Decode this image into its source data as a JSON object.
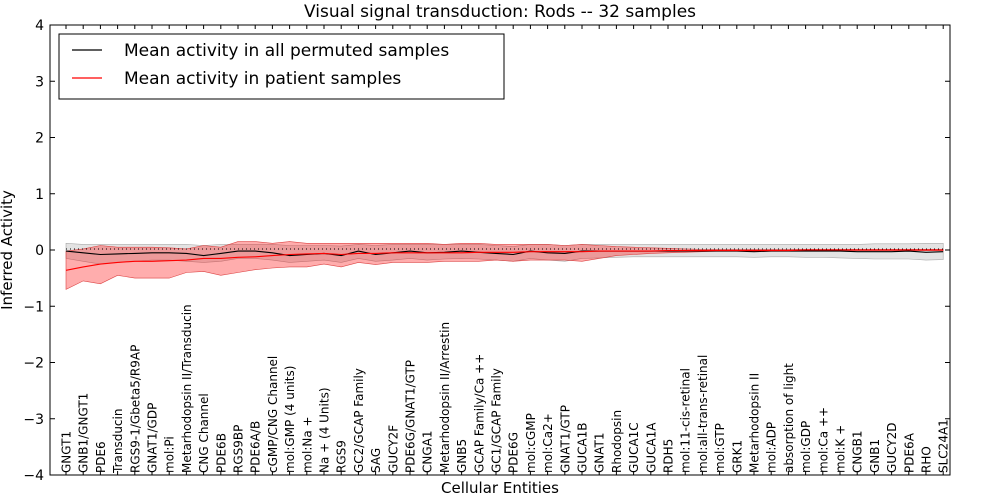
{
  "chart_data": {
    "type": "line",
    "title": "Visual signal transduction: Rods -- 32 samples",
    "xlabel": "Cellular Entities",
    "ylabel": "Inferred Activity",
    "ylim": [
      -4,
      4
    ],
    "yticks": [
      -4,
      -3,
      -2,
      -1,
      0,
      1,
      2,
      3,
      4
    ],
    "ytick_labels": [
      "−4",
      "−3",
      "−2",
      "−1",
      "0",
      "1",
      "2",
      "3",
      "4"
    ],
    "grid": false,
    "legend_position": "top-left",
    "categories": [
      "GNGT1",
      "GNB1/GNGT1",
      "PDE6",
      "Transducin",
      "RGS9-1/Gbeta5/R9AP",
      "GNAT1/GDP",
      "mol:Pi",
      "Metarhodopsin II/Transducin",
      "CNG Channel",
      "PDE6B",
      "RGS9BP",
      "PDE6A/B",
      "cGMP/CNG Channel",
      "mol:GMP (4 units)",
      "mol:Na +",
      "Na + (4 Units)",
      "RGS9",
      "GC2/GCAP Family",
      "SAG",
      "GUCY2F",
      "PDE6G/GNAT1/GTP",
      "CNGA1",
      "Metarhodopsin II/Arrestin",
      "GNB5",
      "GCAP Family/Ca ++",
      "GC1/GCAP Family",
      "PDE6G",
      "mol:cGMP",
      "mol:Ca2+",
      "GNAT1/GTP",
      "GUCA1B",
      "GNAT1",
      "Rhodopsin",
      "GUCA1C",
      "GUCA1A",
      "RDH5",
      "mol:11-cis-retinal",
      "mol:all-trans-retinal",
      "mol:GTP",
      "GRK1",
      "Metarhodopsin II",
      "mol:ADP",
      "absorption of light",
      "mol:GDP",
      "mol:Ca ++",
      "mol:K +",
      "CNGB1",
      "GNB1",
      "GUCY2D",
      "PDE6A",
      "RHO",
      "SLC24A1"
    ],
    "series": [
      {
        "name": "Mean activity in all permuted samples",
        "color": "#000000",
        "values": [
          -0.02,
          -0.05,
          -0.08,
          -0.07,
          -0.06,
          -0.05,
          -0.05,
          -0.06,
          -0.1,
          -0.06,
          -0.02,
          -0.02,
          -0.05,
          -0.1,
          -0.08,
          -0.06,
          -0.1,
          -0.02,
          -0.08,
          -0.05,
          -0.02,
          -0.05,
          -0.04,
          -0.02,
          -0.04,
          -0.06,
          -0.08,
          -0.02,
          -0.05,
          -0.06,
          -0.02,
          -0.02,
          -0.02,
          -0.02,
          -0.02,
          -0.02,
          -0.02,
          -0.02,
          -0.02,
          -0.02,
          -0.03,
          -0.02,
          -0.02,
          -0.02,
          -0.02,
          -0.02,
          -0.03,
          -0.03,
          -0.03,
          -0.02,
          -0.04,
          -0.03
        ],
        "lower": [
          -0.15,
          -0.2,
          -0.25,
          -0.22,
          -0.2,
          -0.18,
          -0.18,
          -0.2,
          -0.22,
          -0.2,
          -0.15,
          -0.15,
          -0.18,
          -0.22,
          -0.2,
          -0.18,
          -0.22,
          -0.15,
          -0.2,
          -0.18,
          -0.15,
          -0.18,
          -0.16,
          -0.15,
          -0.16,
          -0.18,
          -0.2,
          -0.15,
          -0.18,
          -0.2,
          -0.15,
          -0.14,
          -0.13,
          -0.12,
          -0.12,
          -0.12,
          -0.12,
          -0.12,
          -0.12,
          -0.12,
          -0.13,
          -0.12,
          -0.12,
          -0.13,
          -0.13,
          -0.14,
          -0.15,
          -0.16,
          -0.16,
          -0.16,
          -0.18,
          -0.17
        ],
        "upper": [
          0.12,
          0.1,
          0.1,
          0.1,
          0.1,
          0.1,
          0.1,
          0.1,
          0.08,
          0.1,
          0.1,
          0.1,
          0.1,
          0.08,
          0.08,
          0.08,
          0.07,
          0.1,
          0.08,
          0.1,
          0.1,
          0.1,
          0.1,
          0.1,
          0.1,
          0.08,
          0.06,
          0.1,
          0.1,
          0.08,
          0.1,
          0.1,
          0.1,
          0.1,
          0.1,
          0.1,
          0.1,
          0.1,
          0.1,
          0.1,
          0.1,
          0.1,
          0.1,
          0.1,
          0.1,
          0.1,
          0.1,
          0.11,
          0.11,
          0.11,
          0.12,
          0.12
        ]
      },
      {
        "name": "Mean activity in patient samples",
        "color": "#ff0000",
        "values": [
          -0.36,
          -0.3,
          -0.25,
          -0.22,
          -0.2,
          -0.2,
          -0.19,
          -0.18,
          -0.15,
          -0.15,
          -0.13,
          -0.12,
          -0.1,
          -0.08,
          -0.07,
          -0.06,
          -0.08,
          -0.06,
          -0.06,
          -0.05,
          -0.05,
          -0.05,
          -0.05,
          -0.05,
          -0.04,
          -0.04,
          -0.04,
          -0.03,
          -0.03,
          -0.03,
          -0.03,
          -0.02,
          -0.02,
          -0.02,
          -0.02,
          -0.01,
          -0.01,
          -0.01,
          -0.01,
          -0.01,
          -0.01,
          -0.01,
          -0.01,
          0,
          0,
          0,
          0,
          0,
          0,
          0,
          0,
          0
        ],
        "lower": [
          -0.7,
          -0.55,
          -0.6,
          -0.45,
          -0.5,
          -0.5,
          -0.5,
          -0.4,
          -0.38,
          -0.45,
          -0.4,
          -0.35,
          -0.32,
          -0.3,
          -0.3,
          -0.25,
          -0.3,
          -0.22,
          -0.26,
          -0.22,
          -0.22,
          -0.22,
          -0.2,
          -0.2,
          -0.2,
          -0.18,
          -0.2,
          -0.18,
          -0.18,
          -0.18,
          -0.2,
          -0.15,
          -0.1,
          -0.08,
          -0.06,
          -0.05,
          -0.04,
          -0.03,
          -0.02,
          -0.02,
          -0.02,
          -0.02,
          -0.01,
          -0.01,
          -0.01,
          -0.01,
          -0.01,
          -0.01,
          -0.01,
          -0.01,
          -0.01,
          -0.01
        ],
        "upper": [
          -0.02,
          0.02,
          0.08,
          0.05,
          0.05,
          0.05,
          0.04,
          0.02,
          0.08,
          0.05,
          0.15,
          0.15,
          0.12,
          0.15,
          0.12,
          0.12,
          0.12,
          0.12,
          0.12,
          0.12,
          0.12,
          0.12,
          0.1,
          0.12,
          0.12,
          0.1,
          0.1,
          0.1,
          0.1,
          0.08,
          0.1,
          0.08,
          0.06,
          0.05,
          0.04,
          0.03,
          0.02,
          0.01,
          0.01,
          0.01,
          0.01,
          0.01,
          0.01,
          0.01,
          0.01,
          0.01,
          0.01,
          0.01,
          0.01,
          0.01,
          0.01,
          0.01
        ]
      }
    ]
  }
}
